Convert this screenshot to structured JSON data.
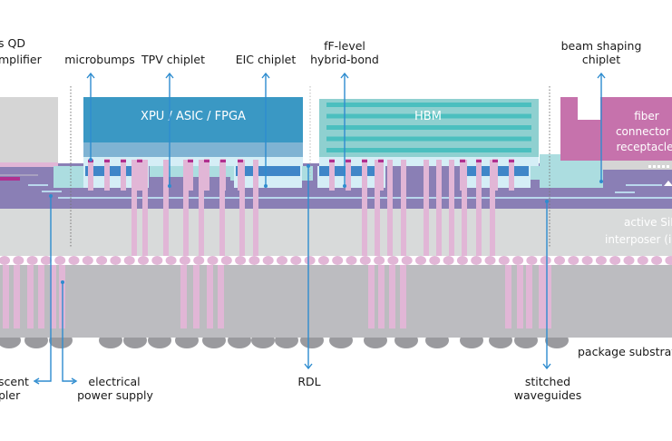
{
  "diagram": {
    "labels": {
      "qd_amplifier": [
        "s QD",
        "mplifier"
      ],
      "microbumps": "microbumps",
      "tpv_chiplet": "TPV chiplet",
      "eic_chiplet": "EIC chiplet",
      "hybrid_bond": [
        "fF-level",
        "hybrid-bond"
      ],
      "beam_shaping": [
        "beam shaping",
        "chiplet"
      ],
      "evanescent_coupler": [
        "scent",
        "pler"
      ],
      "electrical_power": [
        "electrical",
        "power supply"
      ],
      "rdl": "RDL",
      "stitched_waveguides": [
        "stitched",
        "waveguides"
      ],
      "package_substrate": "package substrate"
    },
    "blocks": {
      "xpu": "XPU / ASIC / FPGA",
      "hbm": "HBM",
      "fiber": [
        "fiber",
        "connector",
        "receptacle"
      ],
      "interposer": [
        "active SiP",
        "interposer (iS"
      ]
    },
    "colors": {
      "xpu": "#3a98c4",
      "xpu_base": "#7fb3d3",
      "hbm": "#8fd0d0",
      "hbm_stripe": "#4bbfbf",
      "fiber": "#c672ac",
      "interposer_top": "#8a7fb5",
      "interposer_body": "#d8dada",
      "substrate": "#bcbcc0",
      "ball": "#9a9a9e",
      "via": "#e1b6d6",
      "chiplet_blue": "#3f86c8",
      "teal": "#acdde0",
      "light_cyan": "#d5eef6",
      "leader": "#2e8ccf",
      "bond_magenta": "#b0308f"
    }
  }
}
